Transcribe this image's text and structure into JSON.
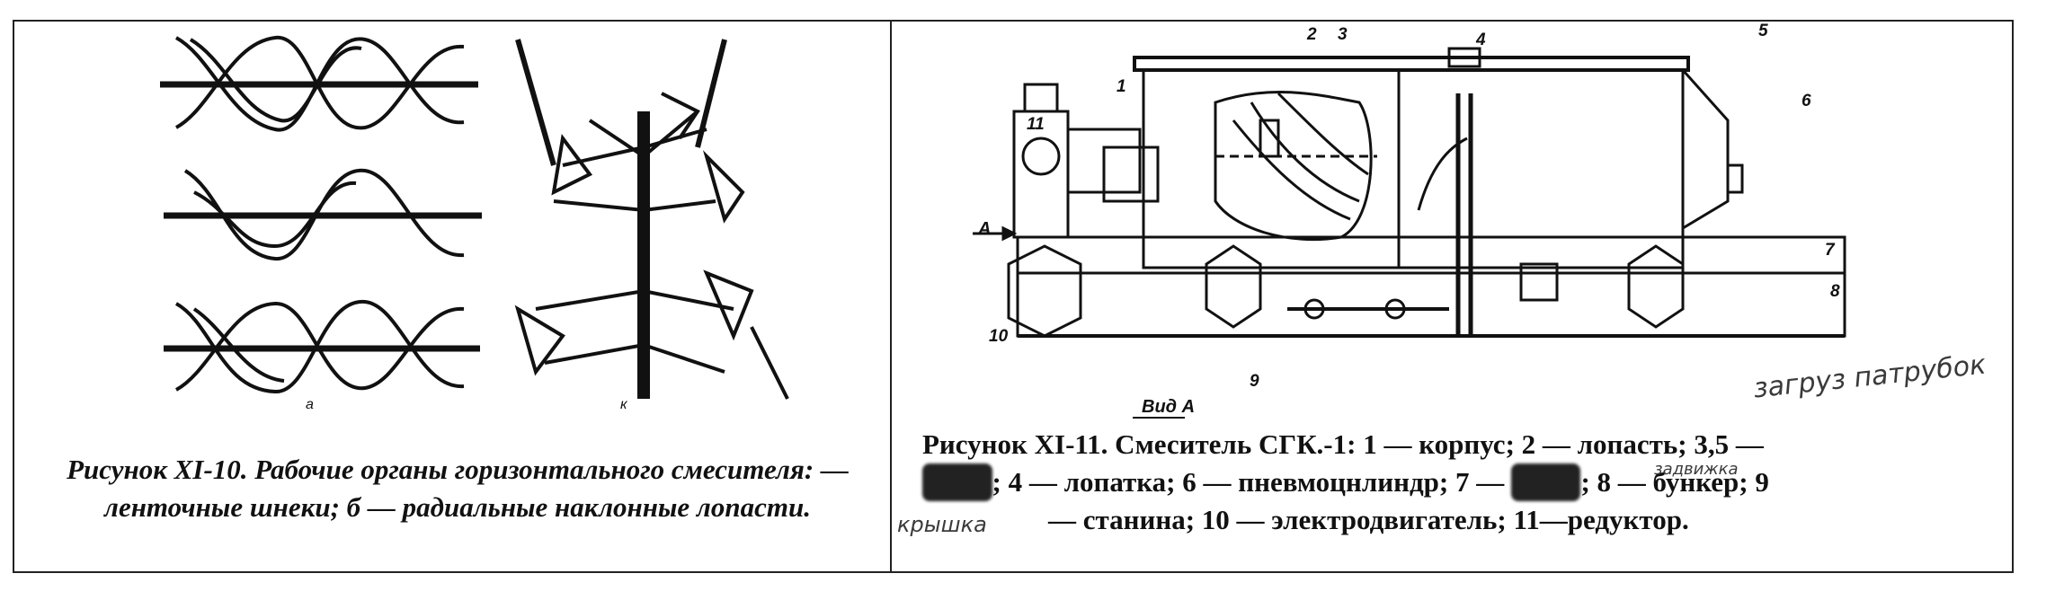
{
  "left": {
    "caption": "Рисунок XI-10. Рабочие органы горизонтального смесителя: —ленточные шнеки; б — радиальные наклонные лопасти.",
    "sub_labels": [
      "а",
      "к"
    ]
  },
  "right": {
    "view_label": "Вид А",
    "arrow_label": "А",
    "numbers": [
      "1",
      "2",
      "3",
      "4",
      "5",
      "6",
      "7",
      "8",
      "9",
      "10",
      "11"
    ],
    "caption_parts": [
      "Рисунок XI-11. Смеситель СГК.-1: 1 — корпус; 2 — лопасть; 3,5 —",
      "; 4 — лопатка; 6 — пневмоцнлиндр; 7 —",
      "; 8 — бункер; 9",
      "— станина; 10 — электродвигатель; 11—редуктор."
    ],
    "handwriting": {
      "top": "загруз патрубок",
      "middle": "задвижка",
      "left": "крышка"
    }
  }
}
